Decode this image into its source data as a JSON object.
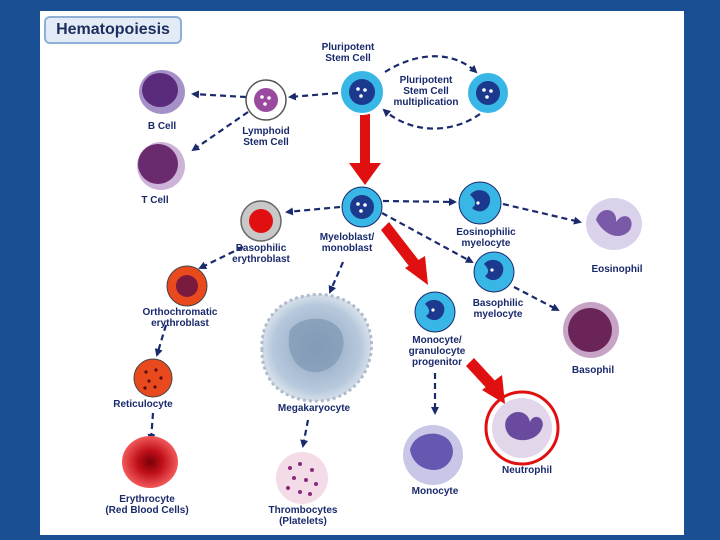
{
  "title": "Hematopoiesis",
  "colors": {
    "background": "#1b4f93",
    "arrow_red": "#e01010",
    "label_text": "#1a2a6c",
    "stem_cell": "#38b6e6"
  },
  "labels": {
    "pluripotent": [
      "Pluripotent",
      "Stem Cell"
    ],
    "multiplication": [
      "Pluripotent",
      "Stem Cell",
      "multiplication"
    ],
    "b_cell": [
      "B Cell"
    ],
    "lymphoid": [
      "Lymphoid",
      "Stem Cell"
    ],
    "t_cell": [
      "T Cell"
    ],
    "basophilic_erythroblast": [
      "Basophilic",
      "erythroblast"
    ],
    "myeloblast": [
      "Myeloblast/",
      "monoblast"
    ],
    "eosinophilic_myelocyte": [
      "Eosinophilic",
      "myelocyte"
    ],
    "eosinophil": [
      "Eosinophil"
    ],
    "orthochromatic": [
      "Orthochromatic",
      "erythroblast"
    ],
    "megakaryocyte": [
      "Megakaryocyte"
    ],
    "monocyte_progenitor": [
      "Monocyte/",
      "granulocyte",
      "progenitor"
    ],
    "basophilic_myelocyte": [
      "Basophilic",
      "myelocyte"
    ],
    "basophil": [
      "Basophil"
    ],
    "reticulocyte": [
      "Reticulocyte"
    ],
    "neutrophil": [
      "Neutrophil"
    ],
    "monocyte": [
      "Monocyte"
    ],
    "erythrocyte": [
      "Erythrocyte",
      "(Red Blood Cells)"
    ],
    "thrombocytes": [
      "Thrombocytes",
      "(Platelets)"
    ]
  }
}
